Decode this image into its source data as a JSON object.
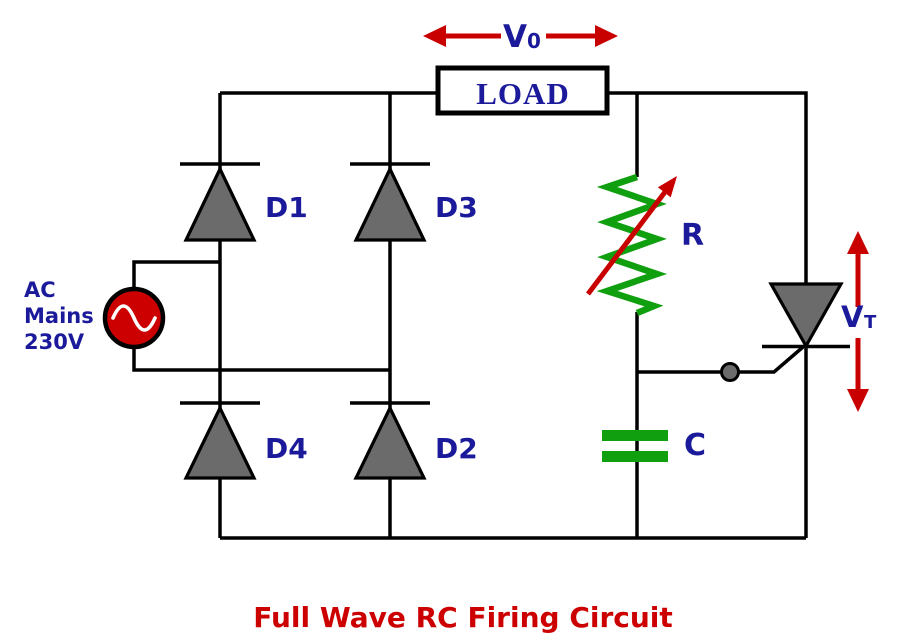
{
  "diagram": {
    "title": "Full Wave RC Firing Circuit",
    "load_label": "LOAD",
    "output_voltage": {
      "main": "V",
      "sub": "0"
    },
    "thyristor_voltage": {
      "main": "V",
      "sub": "T"
    },
    "diodes": {
      "d1": "D1",
      "d3": "D3",
      "d4": "D4",
      "d2": "D2"
    },
    "resistor_label": "R",
    "capacitor_label": "C",
    "ac_source": {
      "line1": "AC",
      "line2": "Mains",
      "line3": "230V"
    },
    "colors": {
      "wire": "#000000",
      "symbol_fill": "#6b6b6b",
      "component_green": "#0f9f0f",
      "arrow_red": "#c80000",
      "label_navy": "#1a1a9b",
      "title_red": "#cc0000",
      "source_fill": "#cc0000"
    }
  }
}
